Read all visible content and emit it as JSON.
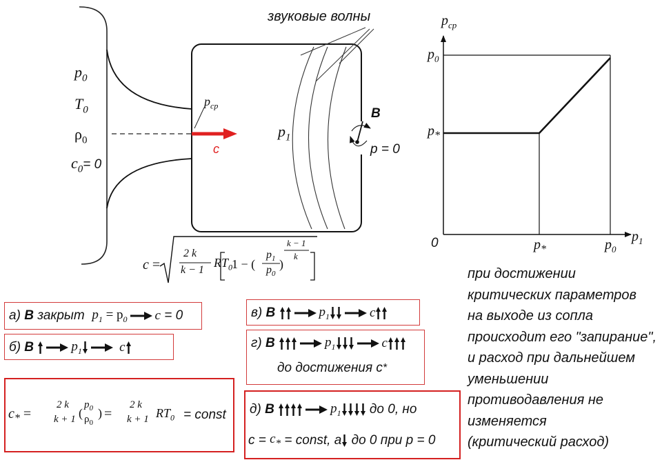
{
  "sound_waves_label": "звуковые волны",
  "inlet": {
    "p0": "p",
    "p0_sub": "0",
    "T0": "T",
    "T0_sub": "0",
    "rho0": "ρ",
    "rho0_sub": "0",
    "c0": "c",
    "c0_sub": "0",
    "c0_val": "= 0"
  },
  "chamber": {
    "pcp": "p",
    "pcp_sub": "ср",
    "c_label": "c",
    "p1": "p",
    "p1_sub": "1",
    "valve": "B",
    "p_eq_0": "p = 0"
  },
  "plot": {
    "y_axis": "p",
    "y_sub": "ср",
    "x_axis": "p",
    "x_sub": "1",
    "origin": "0",
    "y_tick_p0": "p",
    "y_tick_p0_sub": "0",
    "y_tick_pstar": "p",
    "y_tick_pstar_sub": "*",
    "x_tick_pstar": "p",
    "x_tick_pstar_sub": "*",
    "x_tick_p0": "p",
    "x_tick_p0_sub": "0"
  },
  "formula_c": {
    "lhs": "c",
    "eq": "=",
    "num": "2 k",
    "den": "k − 1",
    "RT": "RT",
    "RT_sub": "0",
    "one_minus": "1 −",
    "frac_num": "p",
    "frac_num_sub": "1",
    "frac_den": "p",
    "frac_den_sub": "0",
    "exp_num": "k − 1",
    "exp_den": "k"
  },
  "case_a": {
    "prefix": "а)",
    "B": "B",
    "text": "закрыт",
    "p1": "p",
    "p1_sub": "1",
    "eq": "= p",
    "p0_sub": "0",
    "c": "c",
    "c_eq": "= 0"
  },
  "case_b": {
    "prefix": "б)",
    "B": "B",
    "p1": "p",
    "p1_sub": "1",
    "c": "c"
  },
  "case_v": {
    "prefix": "в)",
    "B": "B",
    "p1": "p",
    "p1_sub": "1",
    "c": "c"
  },
  "case_g": {
    "prefix": "г)",
    "B": "B",
    "p1": "p",
    "p1_sub": "1",
    "c": "c",
    "line2": "до достижения c",
    "line2_sub": "*"
  },
  "case_d": {
    "prefix": "д)",
    "B": "B",
    "p1": "p",
    "p1_sub": "1",
    "mid": "до 0, но",
    "line2_a": "c =",
    "cstar": "c",
    "cstar_sub": "*",
    "line2_b": "= const",
    "line2_c": ", a",
    "line2_d": "до 0 при p = 0"
  },
  "critical": {
    "lhs": "c",
    "lhs_sub": "*",
    "num": "2 k",
    "den": "k + 1",
    "frac_num": "p",
    "frac_num_sub": "0",
    "frac_den": "ρ",
    "frac_den_sub": "0",
    "RT": "RT",
    "RT_sub": "0",
    "const": "= const"
  },
  "note_lines": [
    "при достижении",
    "критических параметров",
    "на выходе из сопла",
    "происходит его \"запирание\",",
    "и расход при дальнейшем",
    "уменьшении",
    "противодавления не",
    "изменяется",
    "(критический  расход)"
  ],
  "colors": {
    "accent": "#e02020",
    "box_border": "#d23a3a"
  }
}
